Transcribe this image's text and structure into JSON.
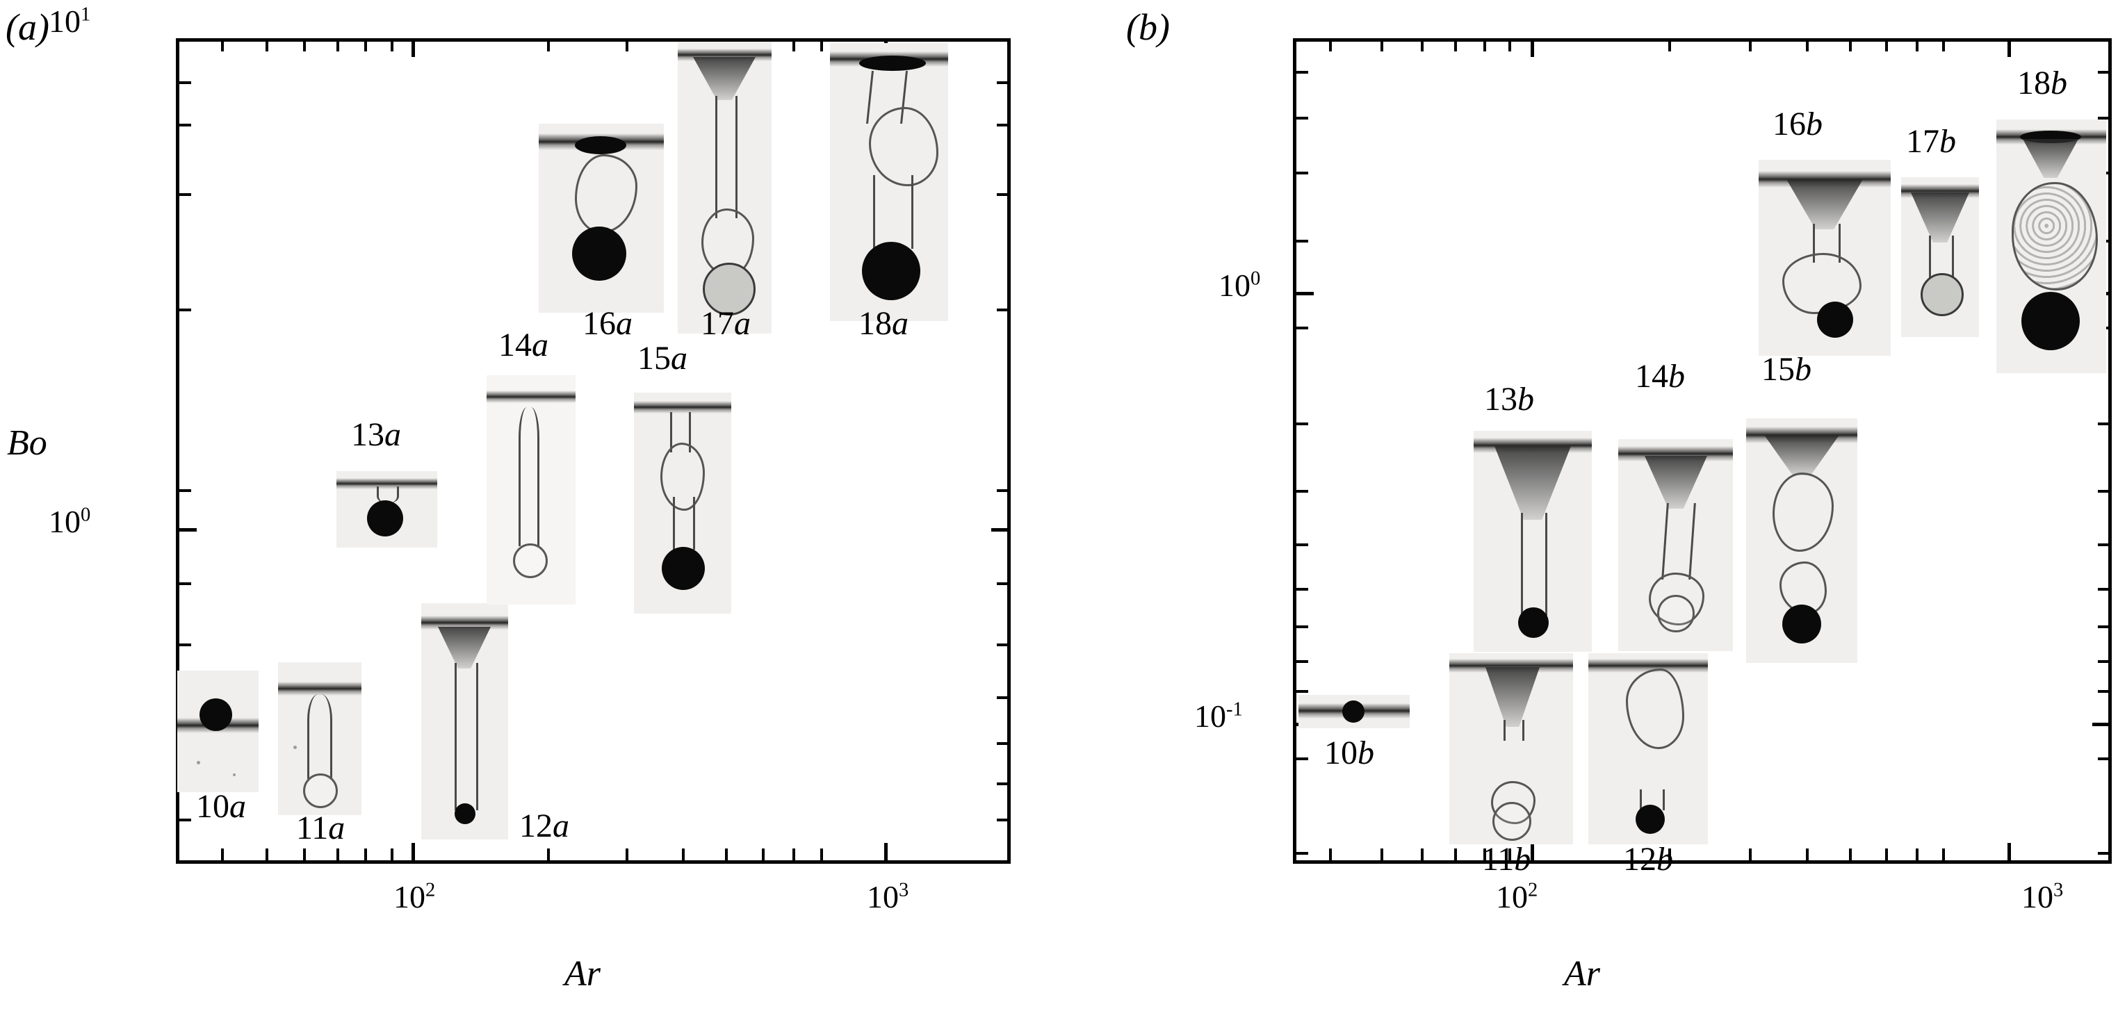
{
  "figure": {
    "panels": [
      {
        "id": "a",
        "label": "(a)",
        "xlabel": "Ar",
        "ylabel": "Bo",
        "y_ticks": [
          "10",
          "10"
        ],
        "y_tick_labels": [
          {
            "mant": "10",
            "exp": "1"
          },
          {
            "mant": "10",
            "exp": "0"
          }
        ],
        "x_tick_labels": [
          {
            "mant": "10",
            "exp": "2"
          },
          {
            "mant": "10",
            "exp": "3"
          }
        ],
        "captions": [
          "10a",
          "11a",
          "12a",
          "13a",
          "14a",
          "15a",
          "16a",
          "17a",
          "18a"
        ]
      },
      {
        "id": "b",
        "label": "(b)",
        "xlabel": "Ar",
        "ylabel": "",
        "y_tick_labels": [
          {
            "mant": "10",
            "exp": "0"
          },
          {
            "mant": "10",
            "exp": "-1"
          }
        ],
        "x_tick_labels": [
          {
            "mant": "10",
            "exp": "2"
          },
          {
            "mant": "10",
            "exp": "3"
          }
        ],
        "captions": [
          "10b",
          "11b",
          "12b",
          "13b",
          "14b",
          "15b",
          "16b",
          "17b",
          "18b"
        ]
      }
    ]
  },
  "chart_data": {
    "type": "scatter",
    "title": "",
    "subtitle": "",
    "description": "Two log-log regime maps of Bond number (Bo) versus Archimedes number (Ar); each data point is replaced by a shadowgraph photograph of the air-entrainment / bubble-entrapment morphology, captioned by case number.",
    "panels": [
      {
        "panel": "a",
        "label": "(a)",
        "xlabel": "Ar",
        "ylabel": "Bo",
        "xscale": "log",
        "yscale": "log",
        "xlim": [
          30,
          1600
        ],
        "ylim": [
          0.28,
          10
        ],
        "xticks": [
          100,
          1000
        ],
        "xticklabels": [
          "10^2",
          "10^3"
        ],
        "yticks": [
          1,
          10
        ],
        "yticklabels": [
          "10^0",
          "10^1"
        ],
        "grid": false,
        "legend": "none",
        "points": [
          {
            "label": "10a",
            "Ar": 38,
            "Bo": 0.4
          },
          {
            "label": "11a",
            "Ar": 64,
            "Bo": 0.43
          },
          {
            "label": "12a",
            "Ar": 152,
            "Bo": 0.52
          },
          {
            "label": "13a",
            "Ar": 78,
            "Bo": 1.05
          },
          {
            "label": "14a",
            "Ar": 160,
            "Bo": 1.35
          },
          {
            "label": "15a",
            "Ar": 350,
            "Bo": 1.45
          },
          {
            "label": "16a",
            "Ar": 220,
            "Bo": 4.2
          },
          {
            "label": "17a",
            "Ar": 470,
            "Bo": 5.5
          },
          {
            "label": "18a",
            "Ar": 900,
            "Bo": 5.2
          }
        ]
      },
      {
        "panel": "b",
        "label": "(b)",
        "xlabel": "Ar",
        "ylabel": "",
        "xscale": "log",
        "yscale": "log",
        "xlim": [
          30,
          1600
        ],
        "ylim": [
          0.085,
          3.2
        ],
        "xticks": [
          100,
          1000
        ],
        "xticklabels": [
          "10^2",
          "10^3"
        ],
        "yticks": [
          0.1,
          1
        ],
        "yticklabels": [
          "10^-1",
          "10^0"
        ],
        "grid": false,
        "legend": "none",
        "points": [
          {
            "label": "10b",
            "Ar": 42,
            "Bo": 0.115
          },
          {
            "label": "11b",
            "Ar": 80,
            "Bo": 0.145
          },
          {
            "label": "12b",
            "Ar": 165,
            "Bo": 0.145
          },
          {
            "label": "13b",
            "Ar": 85,
            "Bo": 0.34
          },
          {
            "label": "14b",
            "Ar": 170,
            "Bo": 0.36
          },
          {
            "label": "15b",
            "Ar": 300,
            "Bo": 0.33
          },
          {
            "label": "16b",
            "Ar": 330,
            "Bo": 1.35
          },
          {
            "label": "17b",
            "Ar": 560,
            "Bo": 1.45
          },
          {
            "label": "18b",
            "Ar": 980,
            "Bo": 1.55
          }
        ]
      }
    ]
  }
}
